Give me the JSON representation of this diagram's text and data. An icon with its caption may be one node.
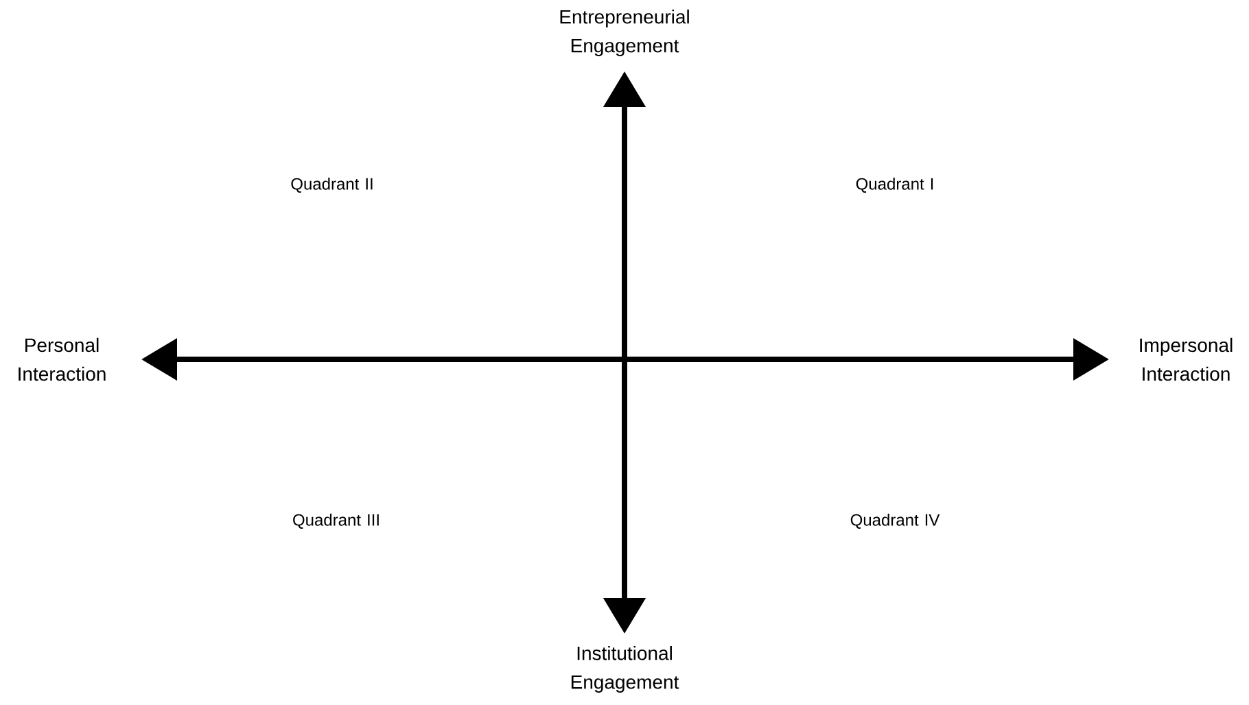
{
  "diagram": {
    "labels": [
      "Entrepreneurial Engagement",
      "Quadrant II",
      "Quadrant I",
      "Personal Interaction",
      "Impersonal Interaction",
      "Quadrant III",
      "Quadrant IV",
      "Institutional Engagement"
    ]
  }
}
